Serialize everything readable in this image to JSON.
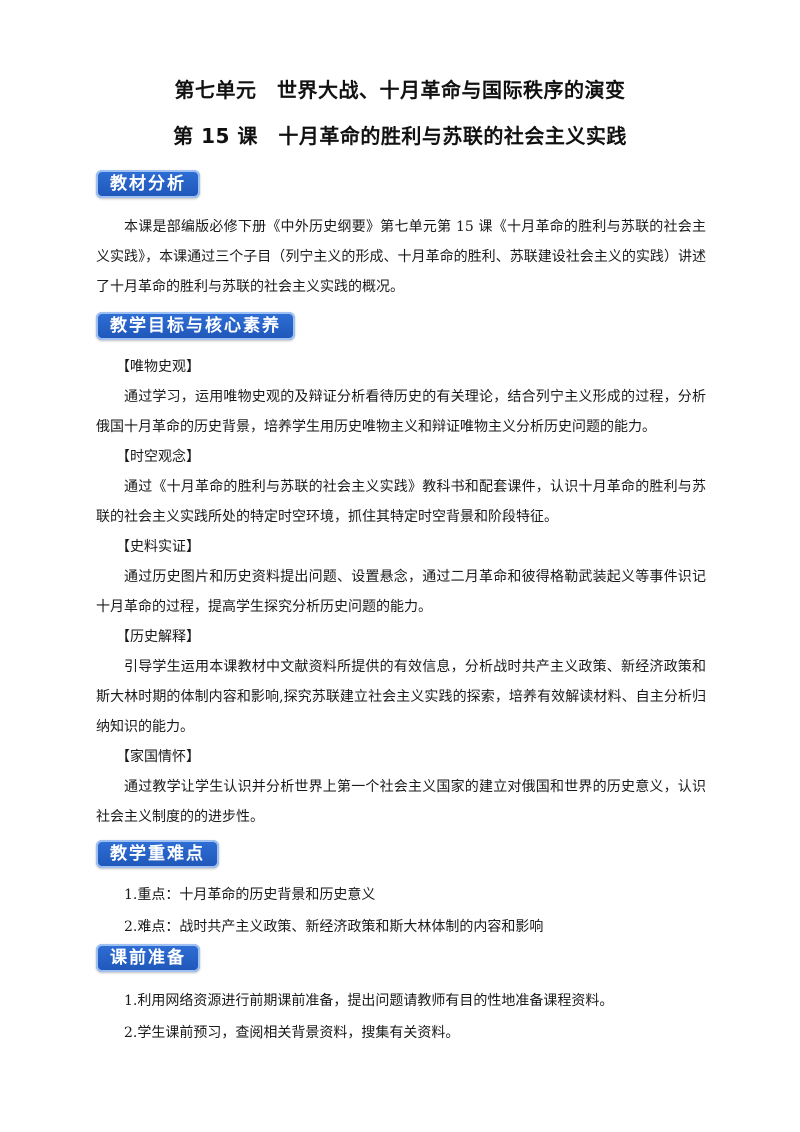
{
  "header": {
    "unit_title": "第七单元　世界大战、十月革命与国际秩序的演变",
    "lesson_title": "第 15 课　十月革命的胜利与苏联的社会主义实践"
  },
  "sections": {
    "analysis": {
      "badge": "教材分析",
      "text": "本课是部编版必修下册《中外历史纲要》第七单元第 15 课《十月革命的胜利与苏联的社会主义实践》，本课通过三个子目（列宁主义的形成、十月革命的胜利、苏联建设社会主义的实践）讲述了十月革命的胜利与苏联的社会主义实践的概况。"
    },
    "goals": {
      "badge": "教学目标与核心素养",
      "items": [
        {
          "label": "【唯物史观】",
          "text": "通过学习，运用唯物史观的及辩证分析看待历史的有关理论，结合列宁主义形成的过程，分析俄国十月革命的历史背景，培养学生用历史唯物主义和辩证唯物主义分析历史问题的能力。"
        },
        {
          "label": "【时空观念】",
          "text": "通过《十月革命的胜利与苏联的社会主义实践》教科书和配套课件，认识十月革命的胜利与苏联的社会主义实践所处的特定时空环境，抓住其特定时空背景和阶段特征。"
        },
        {
          "label": "【史料实证】",
          "text": "通过历史图片和历史资料提出问题、设置悬念，通过二月革命和彼得格勒武装起义等事件识记十月革命的过程，提高学生探究分析历史问题的能力。"
        },
        {
          "label": "【历史解释】",
          "text": "引导学生运用本课教材中文献资料所提供的有效信息，分析战时共产主义政策、新经济政策和斯大林时期的体制内容和影响,探究苏联建立社会主义实践的探索，培养有效解读材料、自主分析归纳知识的能力。"
        },
        {
          "label": "【家国情怀】",
          "text": "通过教学让学生认识并分析世界上第一个社会主义国家的建立对俄国和世界的历史意义，认识社会主义制度的的进步性。"
        }
      ]
    },
    "key_points": {
      "badge": "教学重难点",
      "items": [
        "1.重点：十月革命的历史背景和历史意义",
        "2.难点：战时共产主义政策、新经济政策和斯大林体制的内容和影响"
      ]
    },
    "preparation": {
      "badge": "课前准备",
      "items": [
        "1.利用网络资源进行前期课前准备，提出问题请教师有目的性地准备课程资料。",
        "2.学生课前预习，查阅相关背景资料，搜集有关资料。"
      ]
    }
  },
  "colors": {
    "badge_blue": "#1f56b8",
    "badge_border": "#9fc1f2",
    "text": "#1a1a1a"
  }
}
